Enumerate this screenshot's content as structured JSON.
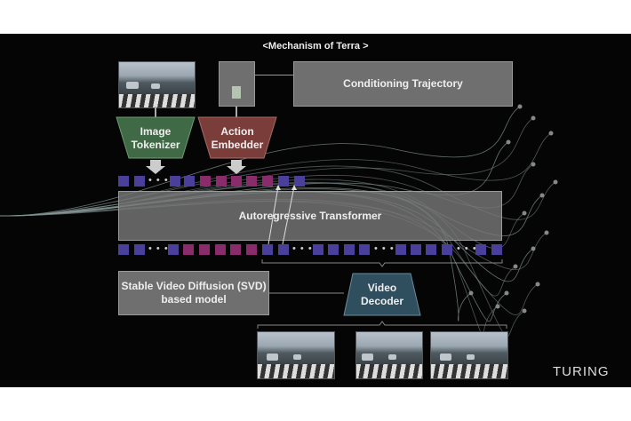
{
  "title": "<Mechanism of Terra >",
  "blocks": {
    "conditioning": "Conditioning Trajectory",
    "image_tokenizer": [
      "Image",
      "Tokenizer"
    ],
    "action_embedder": [
      "Action",
      "Embedder"
    ],
    "transformer": "Autoregressive Transformer",
    "svd": [
      "Stable Video Diffusion (SVD)",
      "based model"
    ],
    "video_decoder": [
      "Video",
      "Decoder"
    ]
  },
  "ellipsis": "• • •",
  "logo": "TURING",
  "colors": {
    "background": "#050505",
    "token_blue": "#4b3f9c",
    "token_magenta": "#8a2c6c",
    "tokenizer": "#3f6a45",
    "embedder": "#7a3d3a",
    "decoder": "#2f4e5e",
    "box": "#6f6f6f"
  }
}
